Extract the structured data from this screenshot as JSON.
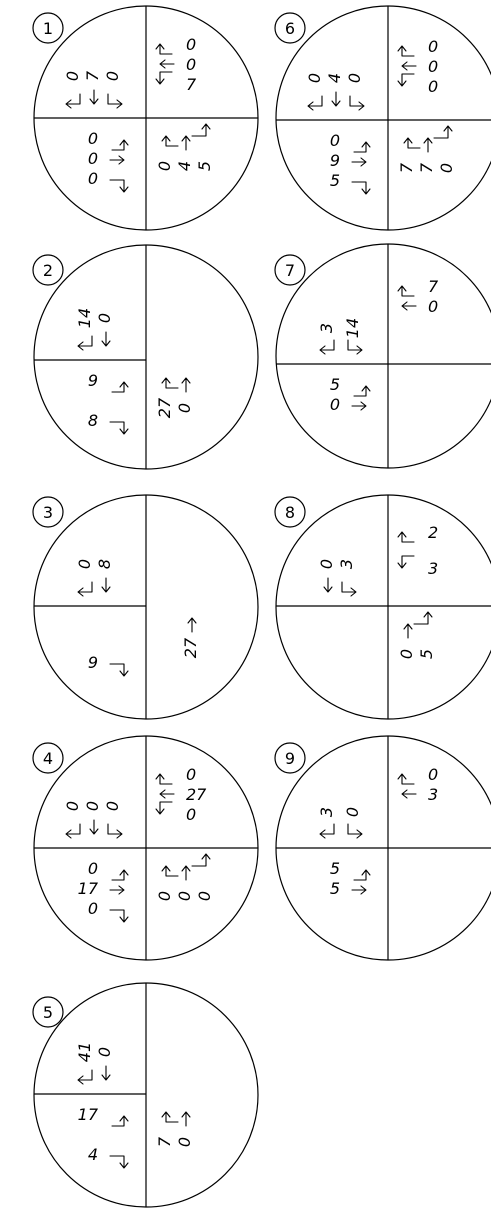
{
  "diagrams": [
    {
      "label": "1",
      "groups": {
        "west": [
          "0",
          "7",
          "0"
        ],
        "north": [
          "0",
          "0",
          "7"
        ],
        "east": [
          "0",
          "0",
          "0"
        ],
        "south": [
          "0",
          "4",
          "5"
        ]
      }
    },
    {
      "label": "2",
      "groups": {
        "west": [
          "14",
          "0"
        ],
        "east": [
          "9",
          "8"
        ],
        "south": [
          "27",
          "0"
        ]
      }
    },
    {
      "label": "3",
      "groups": {
        "west": [
          "0",
          "8"
        ],
        "east": [
          "9"
        ],
        "south": [
          "27"
        ]
      }
    },
    {
      "label": "4",
      "groups": {
        "west": [
          "0",
          "0",
          "0"
        ],
        "north": [
          "0",
          "27",
          "0"
        ],
        "east": [
          "0",
          "17",
          "0"
        ],
        "south": [
          "0",
          "0",
          "0"
        ]
      }
    },
    {
      "label": "5",
      "groups": {
        "west": [
          "41",
          "0"
        ],
        "east": [
          "17",
          "4"
        ],
        "south": [
          "7",
          "0"
        ]
      }
    },
    {
      "label": "6",
      "groups": {
        "west": [
          "0",
          "4",
          "0"
        ],
        "north": [
          "0",
          "0",
          "0"
        ],
        "east": [
          "0",
          "9",
          "5"
        ],
        "south": [
          "7",
          "7",
          "0"
        ]
      }
    },
    {
      "label": "7",
      "groups": {
        "west": [
          "3",
          "14"
        ],
        "north": [
          "7",
          "0"
        ],
        "east": [
          "5",
          "0"
        ]
      }
    },
    {
      "label": "8",
      "groups": {
        "west": [
          "0",
          "3"
        ],
        "north": [
          "2",
          "3"
        ],
        "south": [
          "0",
          "5"
        ]
      }
    },
    {
      "label": "9",
      "groups": {
        "west": [
          "3",
          "0"
        ],
        "north": [
          "0",
          "3"
        ],
        "east": [
          "5",
          "5"
        ]
      }
    }
  ]
}
